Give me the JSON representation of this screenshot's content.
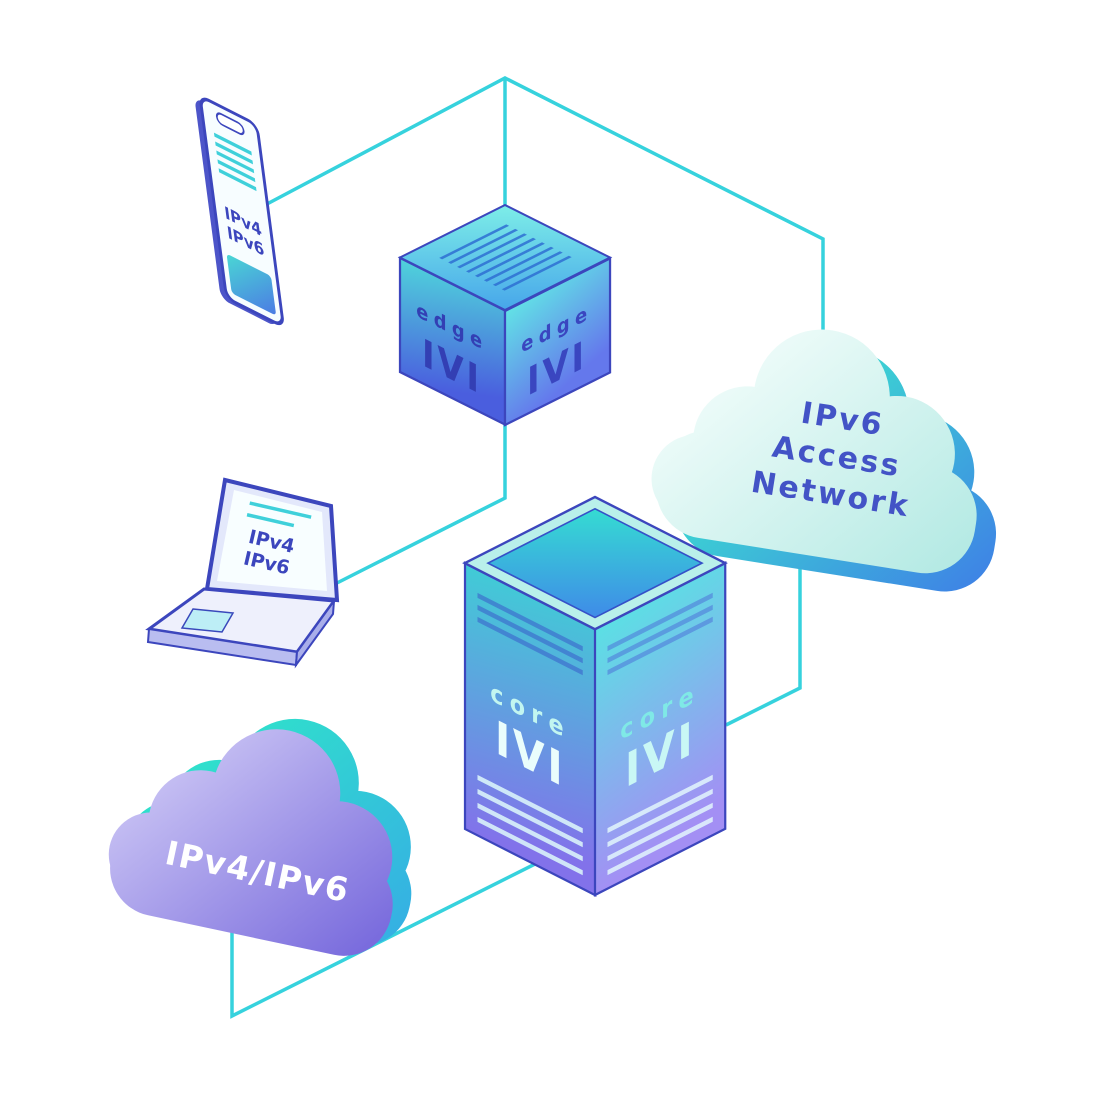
{
  "colors": {
    "connector_line": "#36d2dd",
    "outline_indigo": "#3c46bd",
    "label_indigo": "#4353c6",
    "device_accent_teal": "#3fd0da",
    "cloud_text": "#ffffff",
    "core_gradient_top": "#40ccd6",
    "core_gradient_bottom": "#8272ea"
  },
  "nodes": {
    "phone": {
      "line1": "IPv4",
      "line2": "IPv6"
    },
    "laptop": {
      "line1": "IPv4",
      "line2": "IPv6"
    },
    "edge_router": {
      "name": "edge",
      "logo": "IVI"
    },
    "core_router": {
      "name": "core",
      "logo": "IVI"
    },
    "ipv6_access_cloud": {
      "line1": "IPv6",
      "line2": "Access",
      "line3": "Network"
    },
    "ipv4_ipv6_cloud": {
      "label": "IPv4/IPv6"
    }
  }
}
